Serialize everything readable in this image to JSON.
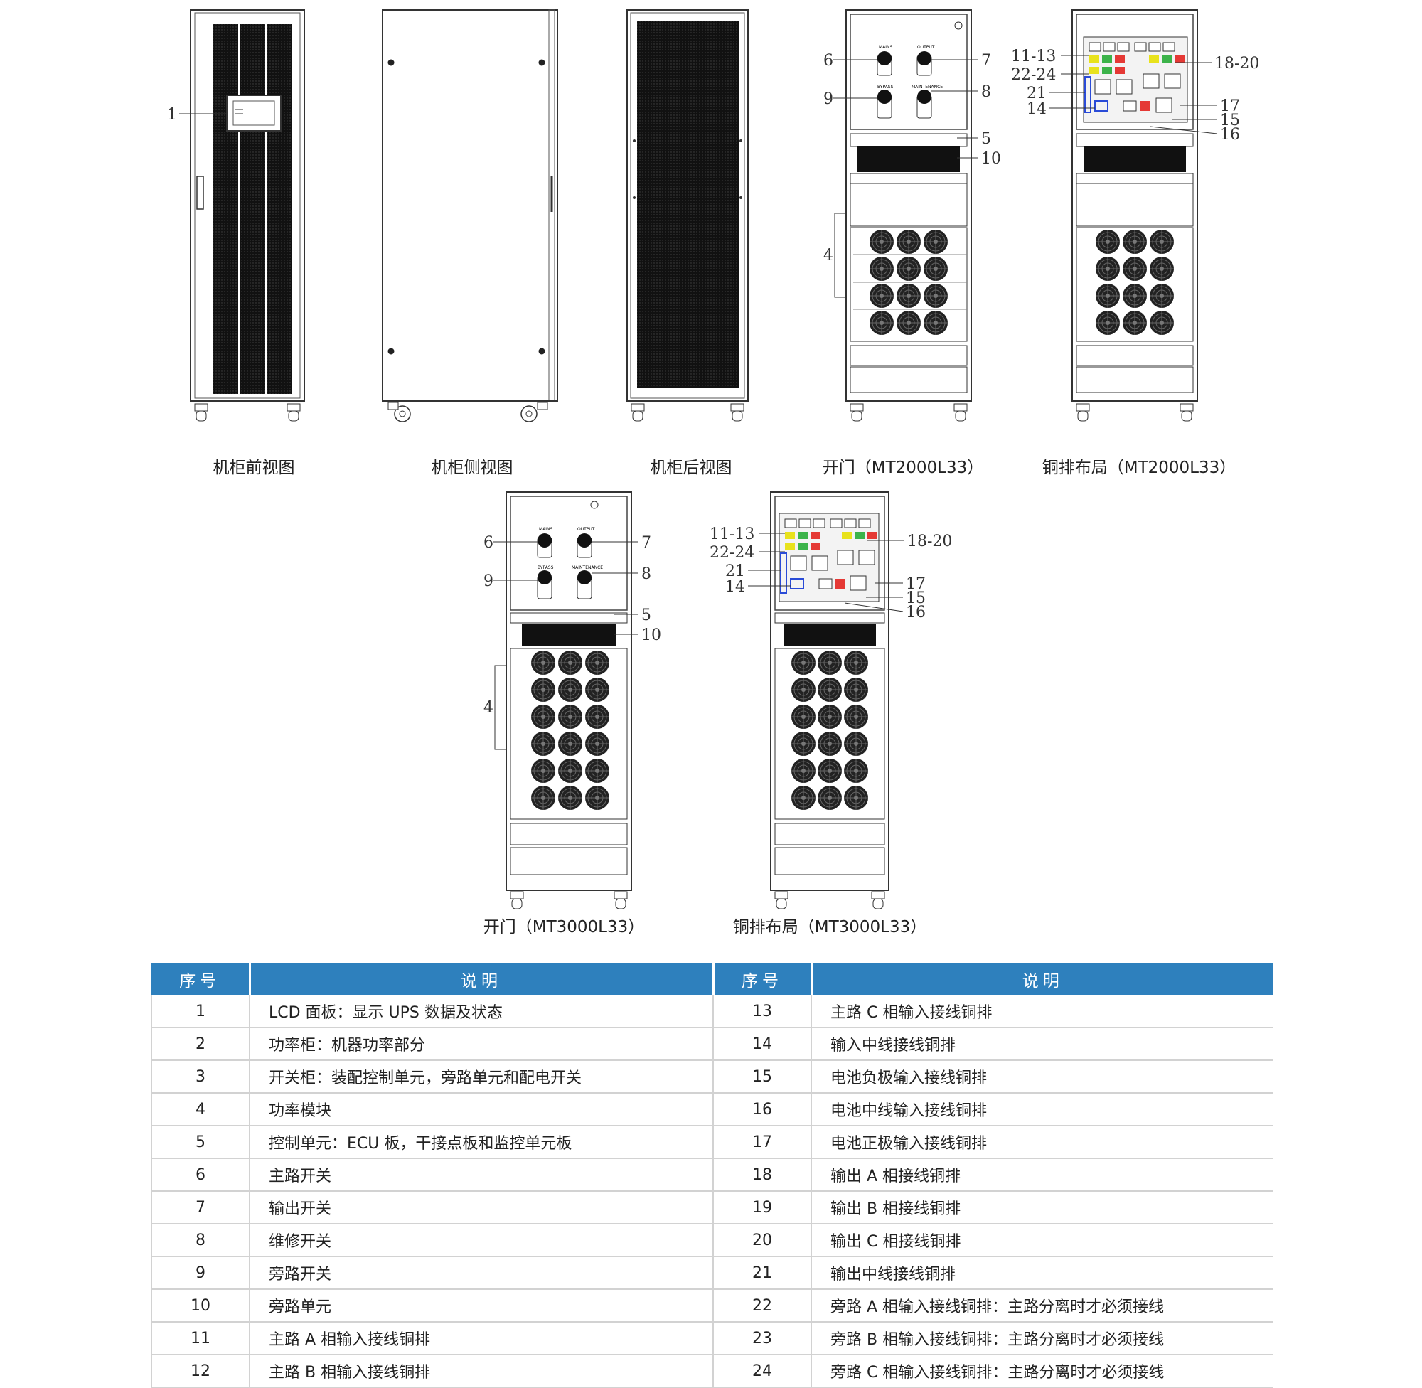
{
  "captions": {
    "front": "机柜前视图",
    "side": "机柜侧视图",
    "back": "机柜后视图",
    "open_2000": "开门（MT2000L33）",
    "busbar_2000": "铜排布局（MT2000L33）",
    "open_3000": "开门（MT3000L33）",
    "busbar_3000": "铜排布局（MT3000L33）"
  },
  "callouts": {
    "c1": "1",
    "c4": "4",
    "c5": "5",
    "c6": "6",
    "c7": "7",
    "c8": "8",
    "c9": "9",
    "c10": "10",
    "c11_13": "11-13",
    "c22_24": "22-24",
    "c21": "21",
    "c14": "14",
    "c18_20": "18-20",
    "c17": "17",
    "c15": "15",
    "c16": "16"
  },
  "switch_labels": {
    "mains": "MAINS",
    "output": "OUTPUT",
    "bypass": "BYPASS",
    "maintenance": "MAINTENANCE"
  },
  "table": {
    "headers": [
      "序号",
      "说明",
      "序号",
      "说明"
    ],
    "rows": [
      {
        "n1": "1",
        "d1": "LCD  面板：显示 UPS 数据及状态",
        "n2": "13",
        "d2": "主路 C 相输入接线铜排"
      },
      {
        "n1": "2",
        "d1": "功率柜：机器功率部分",
        "n2": "14",
        "d2": "输入中线接线铜排"
      },
      {
        "n1": "3",
        "d1": "开关柜：装配控制单元，旁路单元和配电开关",
        "n2": "15",
        "d2": "电池负极输入接线铜排"
      },
      {
        "n1": "4",
        "d1": "功率模块",
        "n2": "16",
        "d2": "电池中线输入接线铜排"
      },
      {
        "n1": "5",
        "d1": "控制单元：ECU 板，干接点板和监控单元板",
        "n2": "17",
        "d2": "电池正极输入接线铜排"
      },
      {
        "n1": "6",
        "d1": "主路开关",
        "n2": "18",
        "d2": "输出 A 相接线铜排"
      },
      {
        "n1": "7",
        "d1": "输出开关",
        "n2": "19",
        "d2": "输出 B 相接线铜排"
      },
      {
        "n1": "8",
        "d1": "维修开关",
        "n2": "20",
        "d2": "输出 C 相接线铜排"
      },
      {
        "n1": "9",
        "d1": "旁路开关",
        "n2": "21",
        "d2": "输出中线接线铜排"
      },
      {
        "n1": "10",
        "d1": "旁路单元",
        "n2": "22",
        "d2": "旁路 A 相输入接线铜排：主路分离时才必须接线"
      },
      {
        "n1": "11",
        "d1": "主路 A 相输入接线铜排",
        "n2": "23",
        "d2": "旁路 B 相输入接线铜排：主路分离时才必须接线"
      },
      {
        "n1": "12",
        "d1": "主路 B 相输入接线铜排",
        "n2": "24",
        "d2": "旁路 C 相输入接线铜排：主路分离时才必须接线"
      }
    ]
  }
}
